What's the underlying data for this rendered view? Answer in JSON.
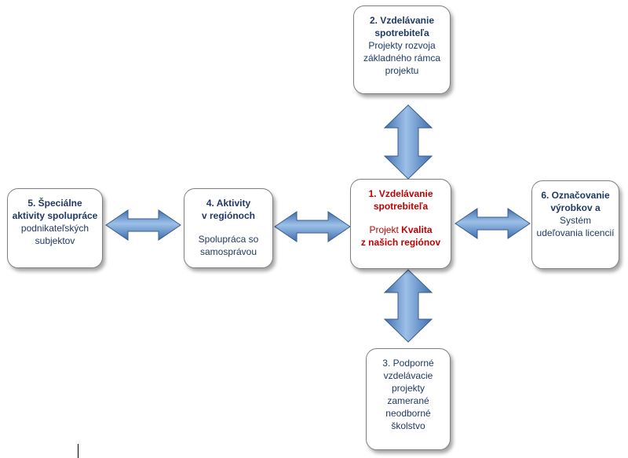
{
  "nodes": {
    "center": {
      "title_line1": "1. Vzdelávanie",
      "title_line2": "spotrebiteľa",
      "body_prefix": "Projekt ",
      "body_bold1": "Kvalita",
      "body_bold2": "z našich regiónov"
    },
    "top": {
      "title_line1": "2. Vzdelávanie",
      "title_line2": "spotrebiteľa",
      "body_line1": "Projekty rozvoja",
      "body_line2": "základného rámca",
      "body_line3": "projektu"
    },
    "bottom": {
      "line1": "3. Podporné",
      "line2": "vzdelávacie",
      "line3": "projekty",
      "line4": "zamerané",
      "line5": "neodborné",
      "line6": "školstvo"
    },
    "left_mid": {
      "title_line1": "4. Aktivity",
      "title_line2": "v regiónoch",
      "body_line1": "Spolupráca so",
      "body_line2": "samosprávou"
    },
    "left_far": {
      "title_line1": "5. Špeciálne",
      "title_line2": "aktivity spolupráce",
      "body_line1": "podnikateľských",
      "body_line2": "subjektov"
    },
    "right": {
      "title_line1": "6. Označovanie",
      "title_line2": "výrobkov a",
      "body_line1": "Systém",
      "body_line2": "udeľovania licencií"
    }
  },
  "colors": {
    "text": "#1f3864",
    "highlight": "#c00000",
    "arrow_light": "#8db3e2",
    "arrow_dark": "#4f81bd",
    "border": "#7f7f7f"
  }
}
